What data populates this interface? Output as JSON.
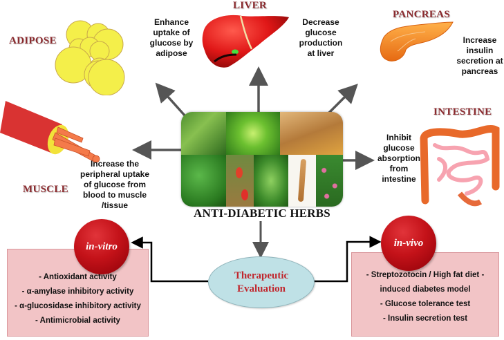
{
  "center": {
    "title": "ANTI-DIABETIC HERBS",
    "icon": "herb-collage"
  },
  "organs": {
    "adipose": {
      "title": "ADIPOSE",
      "icon": "fat-cells",
      "effect": [
        "Enhance",
        "uptake of",
        "glucose by",
        "adipose"
      ]
    },
    "liver": {
      "title": "LIVER",
      "icon": "liver",
      "effect": [
        "Decrease",
        "glucose",
        "production",
        "at liver"
      ]
    },
    "pancreas": {
      "title": "PANCREAS",
      "icon": "pancreas",
      "effect": [
        "Increase",
        "insulin",
        "secretion at",
        "pancreas"
      ]
    },
    "muscle": {
      "title": "MUSCLE",
      "icon": "muscle-fiber",
      "effect": [
        "Increase the",
        "peripheral uptake",
        "of glucose from",
        "blood to muscle",
        "/tissue"
      ]
    },
    "intestine": {
      "title": "INTESTINE",
      "icon": "intestine",
      "effect": [
        "Inhibit",
        "glucose",
        "absorption",
        "from",
        "intestine"
      ]
    }
  },
  "evaluation": {
    "label_line1": "Therapeutic",
    "label_line2": "Evaluation"
  },
  "in_vitro": {
    "label": "in-vitro",
    "items": [
      "- Antioxidant activity",
      "- α-amylase inhibitory activity",
      "- α-glucosidase inhibitory activity",
      "- Antimicrobial activity"
    ]
  },
  "in_vivo": {
    "label": "in-vivo",
    "items": [
      "- Streptozotocin / High fat diet -",
      "induced diabetes model",
      "- Glucose tolerance test",
      "- Insulin secretion test"
    ]
  },
  "colors": {
    "organ_title": "#8b2a2e",
    "arrow": "#555555",
    "evaluation_fill": "#bfe1e6",
    "evaluation_text": "#c0262d",
    "box_fill": "#f2c4c6",
    "ball": "#c41219"
  }
}
